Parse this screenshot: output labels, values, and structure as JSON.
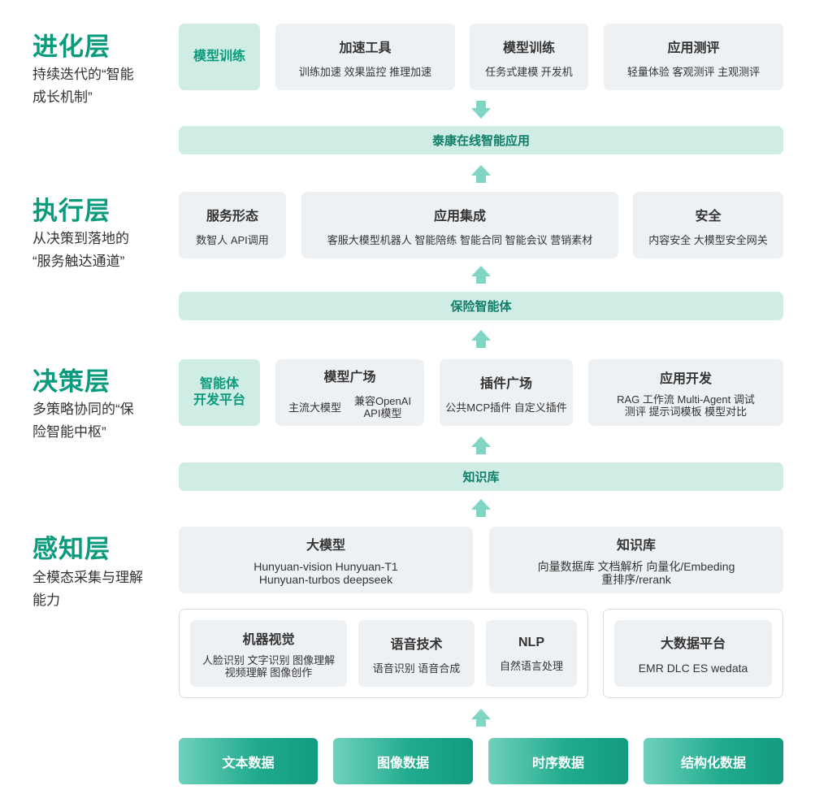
{
  "layers": {
    "evolution": {
      "title": "进化层",
      "desc1": "持续迭代的“智能",
      "desc2": "成长机制”"
    },
    "execution": {
      "title": "执行层",
      "desc1": "从决策到落地的",
      "desc2": "“服务触达通道”"
    },
    "decision": {
      "title": "决策层",
      "desc1": "多策略协同的“保",
      "desc2": "险智能中枢”"
    },
    "perception": {
      "title": "感知层",
      "desc1": "全模态采集与理解",
      "desc2": "能力"
    }
  },
  "evo": {
    "highlight": "模型训练",
    "accel": {
      "title": "加速工具",
      "items": "训练加速  效果监控  推理加速"
    },
    "train": {
      "title": "模型训练",
      "items": "任务式建模  开发机"
    },
    "eval": {
      "title": "应用测评",
      "items": "轻量体验  客观测评  主观测评"
    },
    "bar": "泰康在线智能应用"
  },
  "exe": {
    "service": {
      "title": "服务形态",
      "items": "数智人  API调用"
    },
    "integration": {
      "title": "应用集成",
      "items": "客服大模型机器人  智能陪练  智能合同  智能会议  营销素材"
    },
    "security": {
      "title": "安全",
      "items": "内容安全  大模型安全网关"
    },
    "bar": "保险智能体"
  },
  "dec": {
    "highlight1": "智能体",
    "highlight2": "开发平台",
    "model_square": {
      "title": "模型广场",
      "a": "主流大模型",
      "b1": "兼容OpenAI",
      "b2": "API模型"
    },
    "plugin_square": {
      "title": "插件广场",
      "items": "公共MCP插件  自定义插件"
    },
    "app_dev": {
      "title": "应用开发",
      "line1": "RAG  工作流  Multi-Agent  调试",
      "line2": "测评  提示词模板  模型对比"
    },
    "bar": "知识库"
  },
  "per": {
    "llm": {
      "title": "大模型",
      "line1": "Hunyuan-vision  Hunyuan-T1",
      "line2": "Hunyuan-turbos  deepseek"
    },
    "kb": {
      "title": "知识库",
      "line1": "向量数据库  文档解析  向量化/Embeding",
      "line2": "重排序/rerank"
    },
    "cv": {
      "title": "机器视觉",
      "line1": "人脸识别  文字识别  图像理解",
      "line2": "视频理解  图像创作"
    },
    "speech": {
      "title": "语音技术",
      "items": "语音识别  语音合成"
    },
    "nlp": {
      "title": "NLP",
      "items": "自然语言处理"
    },
    "bigdata": {
      "title": "大数据平台",
      "items": "EMR  DLC  ES  wedata"
    }
  },
  "data_sources": [
    "文本数据",
    "图像数据",
    "时序数据",
    "结构化数据"
  ],
  "colors": {
    "accent": "#0a9a7c",
    "highlight_bg": "#cfece5",
    "box_bg": "#eef1f4",
    "arrow": "#7fd6c2"
  }
}
